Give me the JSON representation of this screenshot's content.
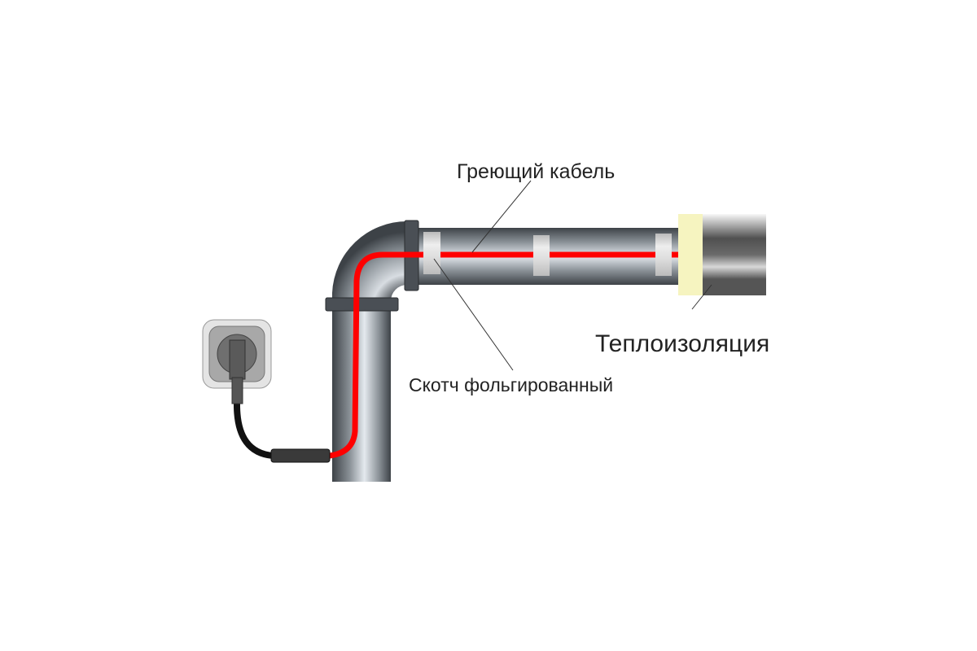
{
  "labels": {
    "heating_cable": "Греющий кабель",
    "foil_tape": "Скотч фольгированный",
    "insulation": "Теплоизоляция"
  },
  "colors": {
    "cable": "#ff0000",
    "pipe": "#6e747a",
    "insulation_band": "#f7f5c4",
    "power_cord": "#111111"
  }
}
